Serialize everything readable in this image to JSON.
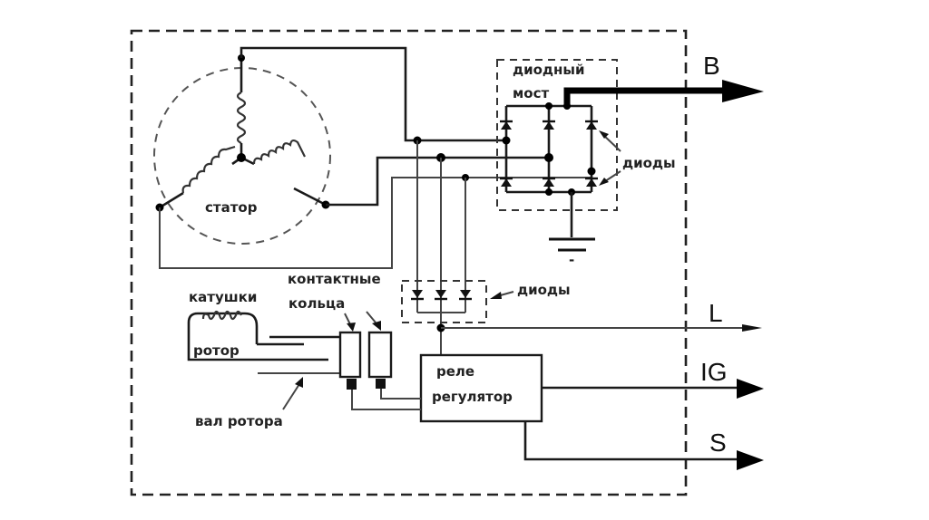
{
  "diagram": {
    "title": "Схема генератора",
    "labels": {
      "stator": "статор",
      "diode_bridge_line1": "диодный",
      "diode_bridge_line2": "мост",
      "bridge_diodes": "диоды",
      "trio_diodes": "диоды",
      "slip_rings_line1": "контактные",
      "slip_rings_line2": "кольца",
      "rotor_coils": "катушки",
      "rotor": "ротор",
      "rotor_shaft": "вал ротора",
      "regulator_line1": "реле",
      "regulator_line2": "регулятор"
    },
    "outputs": [
      {
        "id": "B",
        "label": "B"
      },
      {
        "id": "L",
        "label": "L"
      },
      {
        "id": "IG",
        "label": "IG"
      },
      {
        "id": "S",
        "label": "S"
      }
    ],
    "ground_label": "-",
    "colors": {
      "line": "#1a1a1a",
      "background": "#ffffff"
    }
  }
}
